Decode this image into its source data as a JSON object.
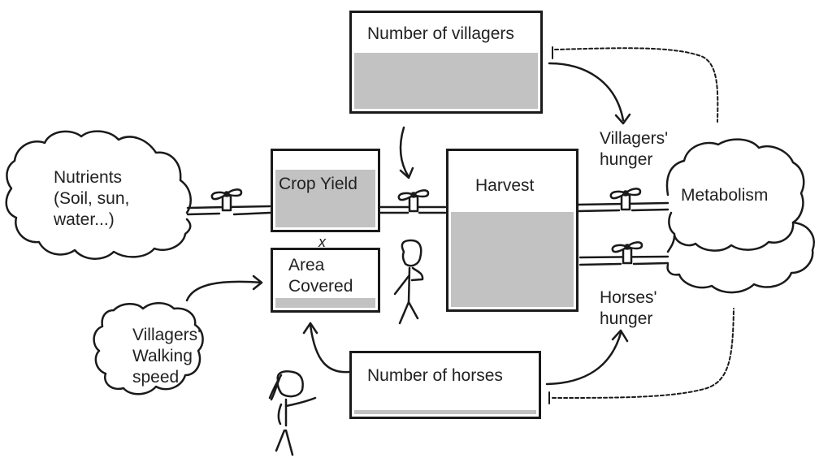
{
  "diagram": {
    "type": "stock-and-flow",
    "stocks": {
      "number_of_villagers": {
        "label": "Number of villagers",
        "fill_fraction": 0.6
      },
      "crop_yield": {
        "label": "Crop Yield",
        "fill_fraction": 0.78
      },
      "area_covered": {
        "label": "Area\nCovered",
        "fill_fraction": 0.18
      },
      "harvest": {
        "label": "Harvest",
        "fill_fraction": 0.62
      },
      "number_of_horses": {
        "label": "Number of horses",
        "fill_fraction": 0.07
      }
    },
    "clouds": {
      "nutrients": {
        "label": "Nutrients\n(Soil, sun,\nwater...)"
      },
      "metabolism": {
        "label": "Metabolism"
      },
      "walking_speed": {
        "label": "Villagers'\nWalking\nspeed"
      }
    },
    "flow_labels": {
      "villagers_hunger": "Villagers'\nhunger",
      "horses_hunger": "Horses'\nhunger"
    },
    "operator_label": "x",
    "icons": [
      "valve-icon",
      "stick-figure-villager-icon",
      "stick-figure-villager-ponytail-icon",
      "arrow-icon",
      "inhibitor-dashed-link"
    ]
  }
}
